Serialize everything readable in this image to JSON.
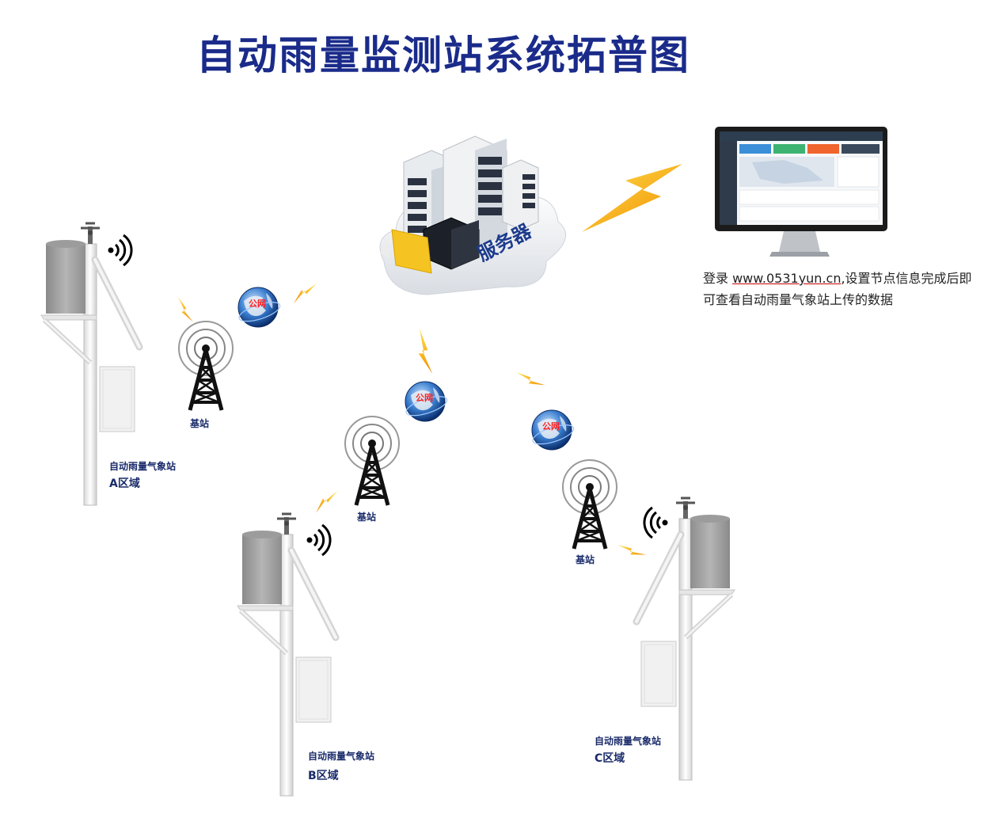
{
  "title": "自动雨量监测站系统拓普图",
  "server_label": "服务器",
  "monitor_note": {
    "prefix": "登录 ",
    "url": "www.0531yun.cn",
    "line1_rest": ",设置节点信息完成后即",
    "line2": "可查看自动雨量气象站上传的数据"
  },
  "public_network_label": "公网",
  "base_station_label": "基站",
  "stations": [
    {
      "name": "自动雨量气象站",
      "region": "A区域"
    },
    {
      "name": "自动雨量气象站",
      "region": "B区域"
    },
    {
      "name": "自动雨量气象站",
      "region": "C区域"
    }
  ],
  "colors": {
    "title": "#1a2b8a",
    "lightning": "#f5b800",
    "globe_text": "#ff2020",
    "server_label": "#1c3b8c"
  }
}
